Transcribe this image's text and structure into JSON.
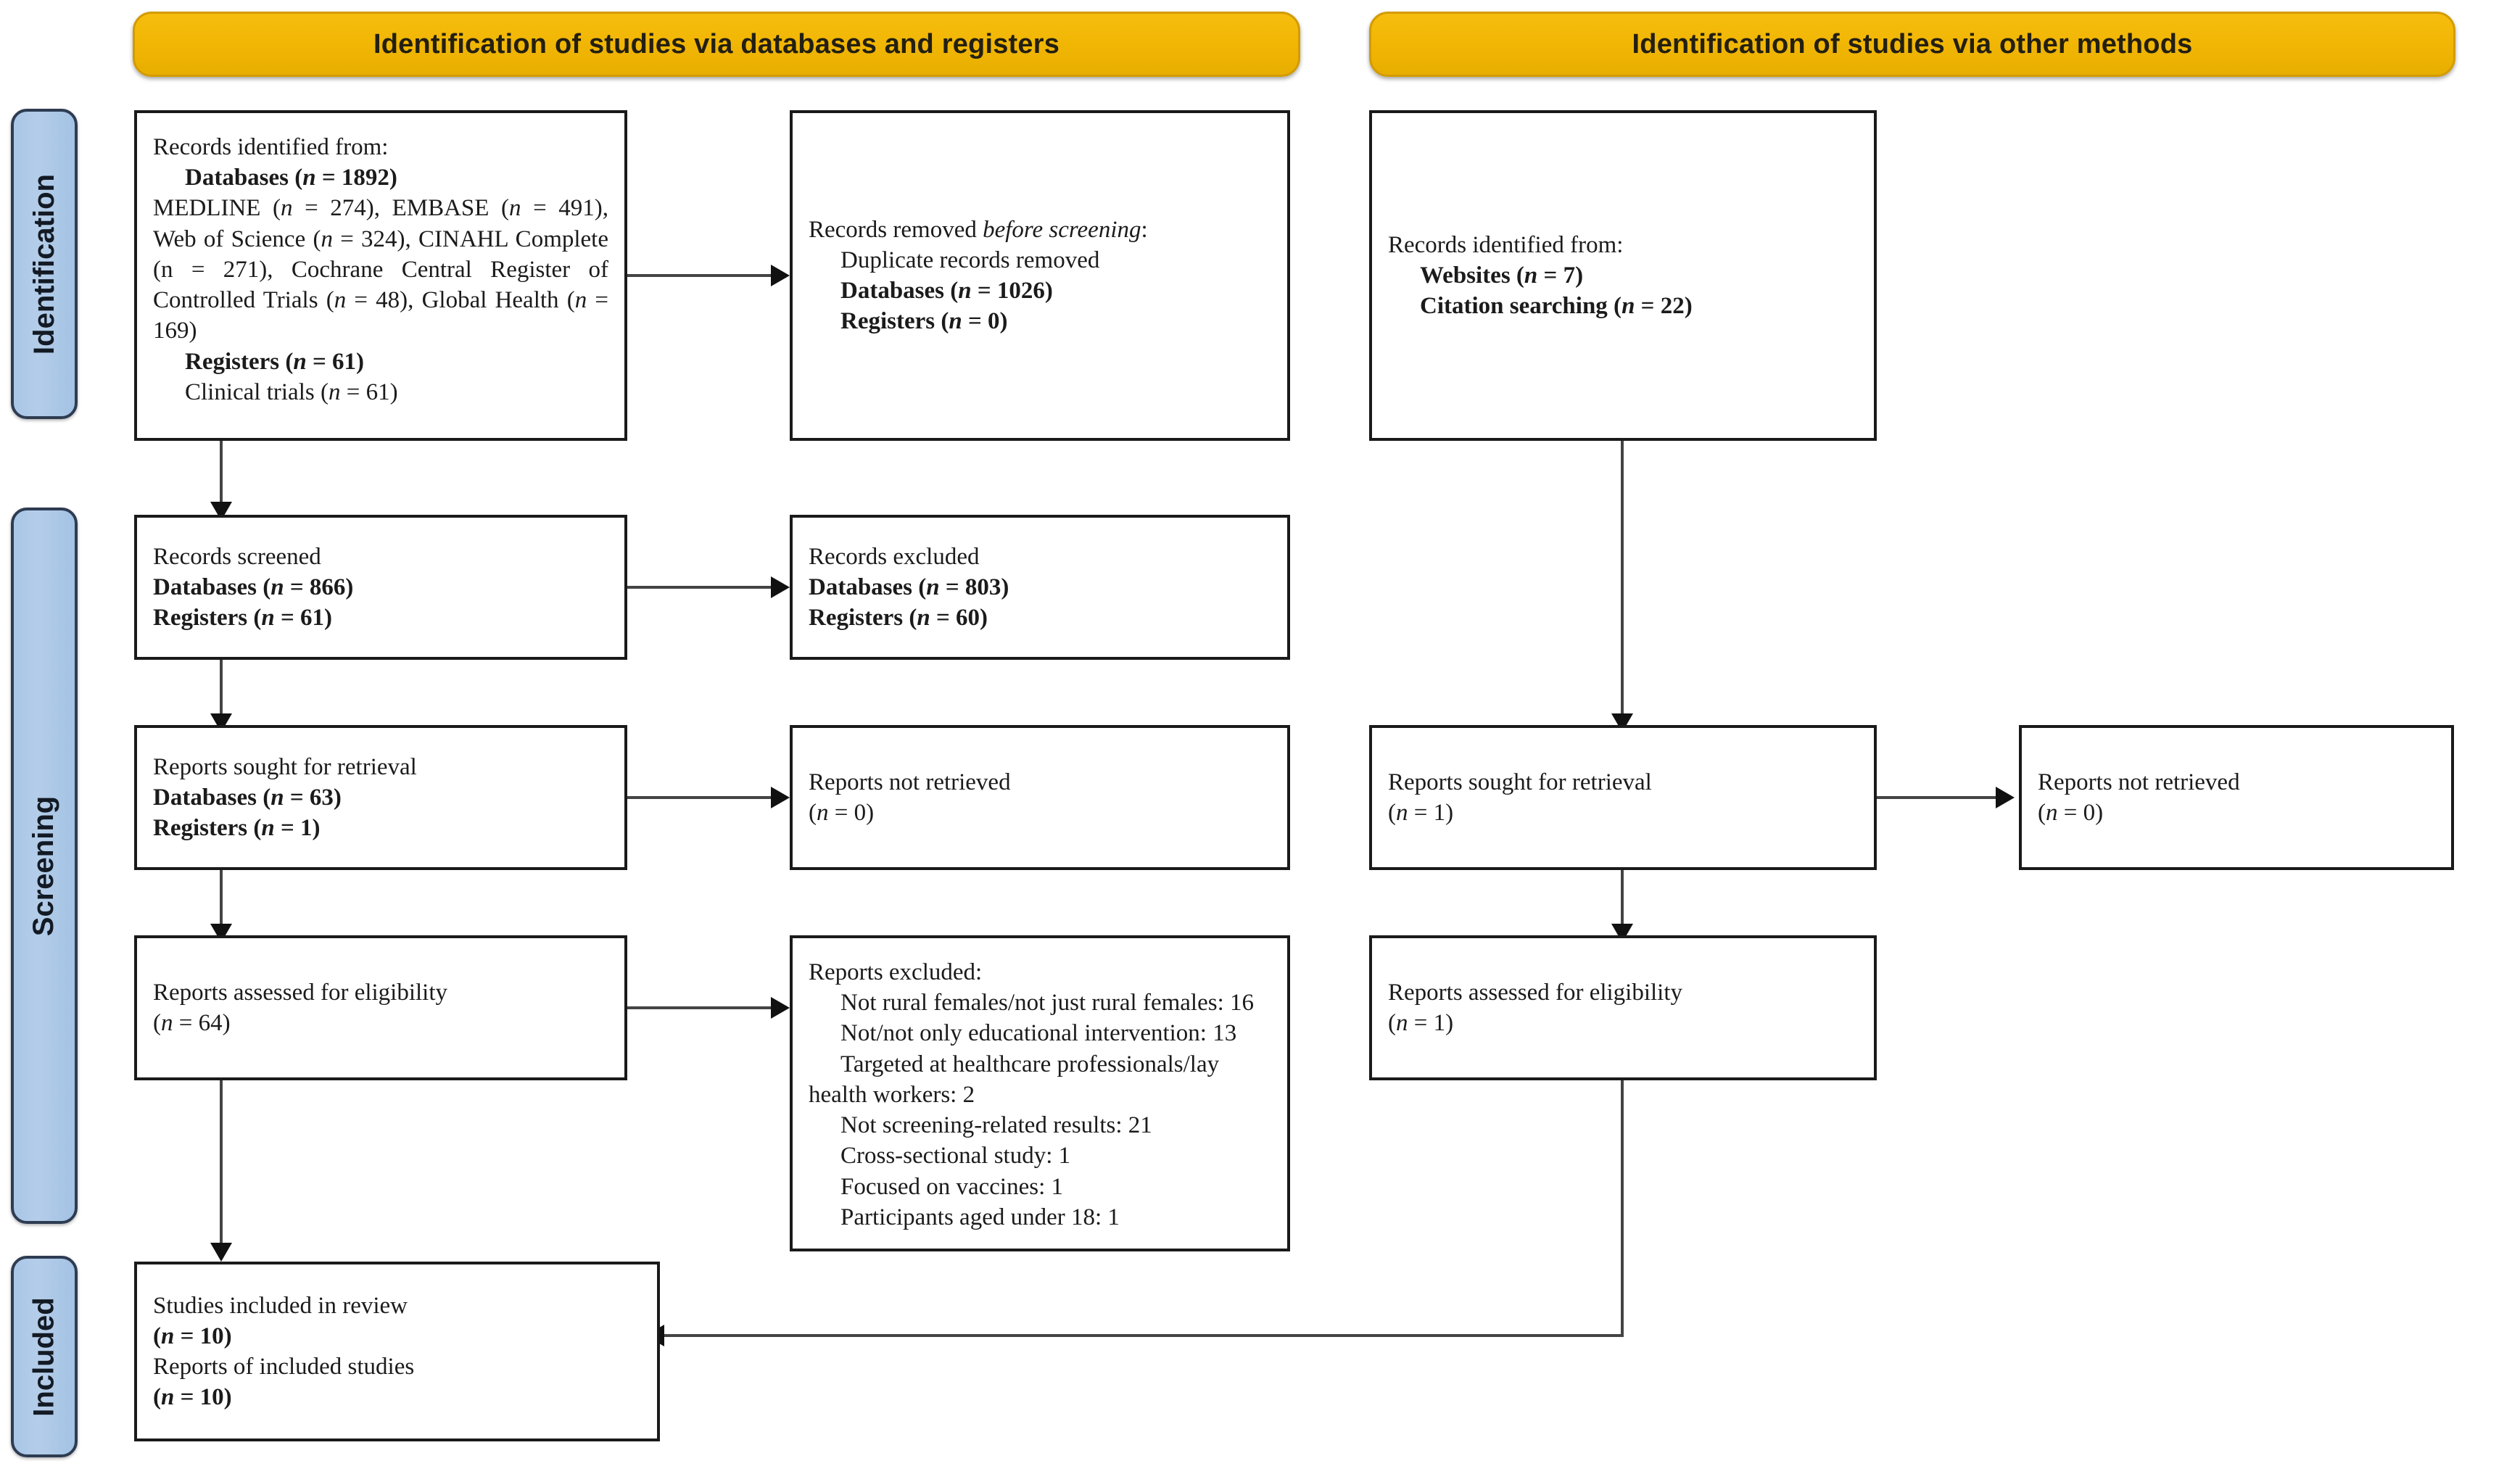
{
  "figure": {
    "type": "PRISMA 2020 flow diagram",
    "banners": {
      "left": "Identification of studies via databases and registers",
      "right": "Identification of studies via other methods"
    },
    "stages": [
      {
        "id": "identification",
        "label": "Identification"
      },
      {
        "id": "screening",
        "label": "Screening"
      },
      {
        "id": "included",
        "label": "Included"
      }
    ],
    "colors": {
      "banner_fill": "#f2b705",
      "banner_border": "#d39b00",
      "stage_fill": "#a9c6e8",
      "stage_border": "#2e3c52",
      "box_border": "#1a1a1a",
      "connector": "#444444"
    }
  },
  "boxes": {
    "records_identified": {
      "title": "Records identified from:",
      "databases_label": "Databases (",
      "databases_n": "n",
      "databases_val": " = 1892)",
      "sources": "MEDLINE (n = 274), EMBASE (n = 491), Web of Science (n = 324), CINAHL Complete (n = 271), Cochrane Central Register of Controlled Trials (n = 48), Global Health (n = 169)",
      "registers_label": "Registers (",
      "registers_n": "n",
      "registers_val": " = 61)",
      "registers_detail": "Clinical trials (n = 61)"
    },
    "records_removed": {
      "title_pre": "Records removed ",
      "title_em": "before screening",
      "title_post": ":",
      "duplicate": "Duplicate records removed",
      "databases": "Databases (n = 1026)",
      "registers": "Registers (n = 0)"
    },
    "records_screened": {
      "title": "Records screened",
      "databases": "Databases (n = 866)",
      "registers": "Registers (n = 61)"
    },
    "records_excluded": {
      "title": "Records excluded",
      "databases": "Databases (n = 803)",
      "registers": "Registers (n = 60)"
    },
    "reports_sought": {
      "title": "Reports sought for retrieval",
      "databases": "Databases (n = 63)",
      "registers": "Registers (n = 1)"
    },
    "reports_not_retrieved": {
      "title": "Reports not retrieved",
      "count": "(n = 0)"
    },
    "reports_assessed": {
      "title": "Reports assessed for eligibility",
      "count": "(n = 64)"
    },
    "reports_excluded": {
      "title": "Reports excluded:",
      "reasons": [
        "Not rural females/not just rural females: 16",
        "Not/not only educational intervention: 13",
        "Targeted at healthcare professionals/lay health   workers: 2",
        "Not screening-related results: 21",
        "Cross-sectional study: 1",
        "Focused on vaccines: 1",
        "Participants aged under 18: 1"
      ]
    },
    "studies_included": {
      "line1": "Studies included in review",
      "count1": "(n = 10)",
      "line2": "Reports of included studies",
      "count2": "(n = 10)"
    },
    "other_identified": {
      "title": "Records identified from:",
      "websites": "Websites (n = 7)",
      "citation": "Citation searching (n = 22)"
    },
    "other_sought": {
      "title": "Reports sought for retrieval",
      "count": "(n = 1)"
    },
    "other_not_retrieved": {
      "title": "Reports not retrieved",
      "count": "(n = 0)"
    },
    "other_assessed": {
      "title": "Reports assessed for eligibility",
      "count": "(n = 1)"
    }
  }
}
